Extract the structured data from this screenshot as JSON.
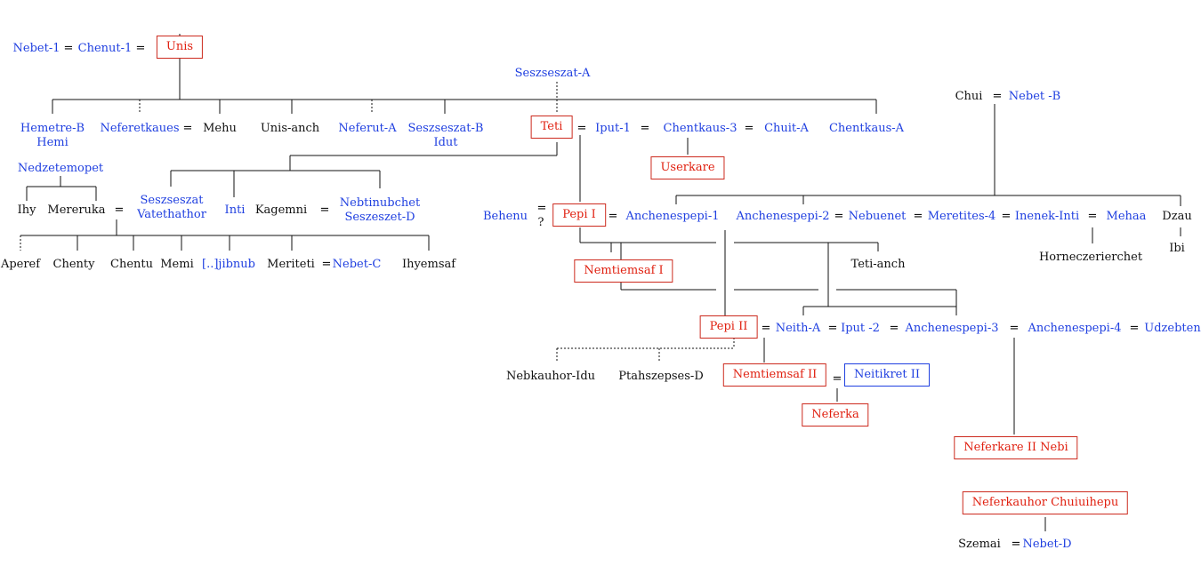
{
  "people": {
    "nebet1": "Nebet-1",
    "chenut1": "Chenut-1",
    "unis": "Unis",
    "seszseszatA": "Seszseszat-A",
    "chui": "Chui",
    "nebetB": "Nebet -B",
    "hemetreB": "Hemetre-B",
    "hemi": "Hemi",
    "neferetkaues": "Neferetkaues",
    "mehu": "Mehu",
    "unisanch": "Unis-anch",
    "neferutA": "Neferut-A",
    "seszseszatB": "Seszseszat-B",
    "idut": "Idut",
    "teti": "Teti",
    "iput1": "Iput-1",
    "chentkaus3": "Chentkaus-3",
    "chuitA": "Chuit-A",
    "chentkausA": "Chentkaus-A",
    "userkare": "Userkare",
    "nedzetemopet": "Nedzetemopet",
    "ihy": "Ihy",
    "mereruka": "Mereruka",
    "seszseszat": "Seszseszat",
    "vatethathor": "Vatethathor",
    "inti": "Inti",
    "kagemni": "Kagemni",
    "nebtinubchet": "Nebtinubchet",
    "seszeszetD": "Seszeszet-D",
    "behenu": "Behenu",
    "question": "?",
    "pepi1": "Pepi I",
    "anchenespepi1": "Anchenespepi-1",
    "anchenespepi2": "Anchenespepi-2",
    "nebuenet": "Nebuenet",
    "meretites4": "Meretites-4",
    "inenekInti": "Inenek-Inti",
    "mehaa": "Mehaa",
    "dzau": "Dzau",
    "aperef": "Aperef",
    "chenty": "Chenty",
    "chentu": "Chentu",
    "memi": "Memi",
    "jibnub": "[..]jibnub",
    "meriteti": "Meriteti",
    "nebetC": "Nebet-C",
    "ihyemsaf": "Ihyemsaf",
    "nemtiemsaf1": "Nemtiemsaf  I",
    "tetianch": "Teti-anch",
    "horneczeriercheet": "Horneczerierchet",
    "ibi": "Ibi",
    "pepi2": "Pepi II",
    "neithA": "Neith-A",
    "iput2": "Iput -2",
    "anchenespepi3": "Anchenespepi-3",
    "anchenespepi4": "Anchenespepi-4",
    "udzebten": "Udzebten",
    "nebkauhorIdu": "Nebkauhor-Idu",
    "ptahszepsesD": "Ptahszepses-D",
    "nemtiemsaf2": "Nemtiemsaf  II",
    "neitikret2": "Neitikret  II",
    "neferka": "Neferka",
    "neferkare2": "Neferkare  II Nebi",
    "neferkauhor": "Neferkauhor  Chuiuihepu",
    "szemai": "Szemai",
    "nebetD": "Nebet-D"
  },
  "symbols": {
    "eq": "="
  }
}
